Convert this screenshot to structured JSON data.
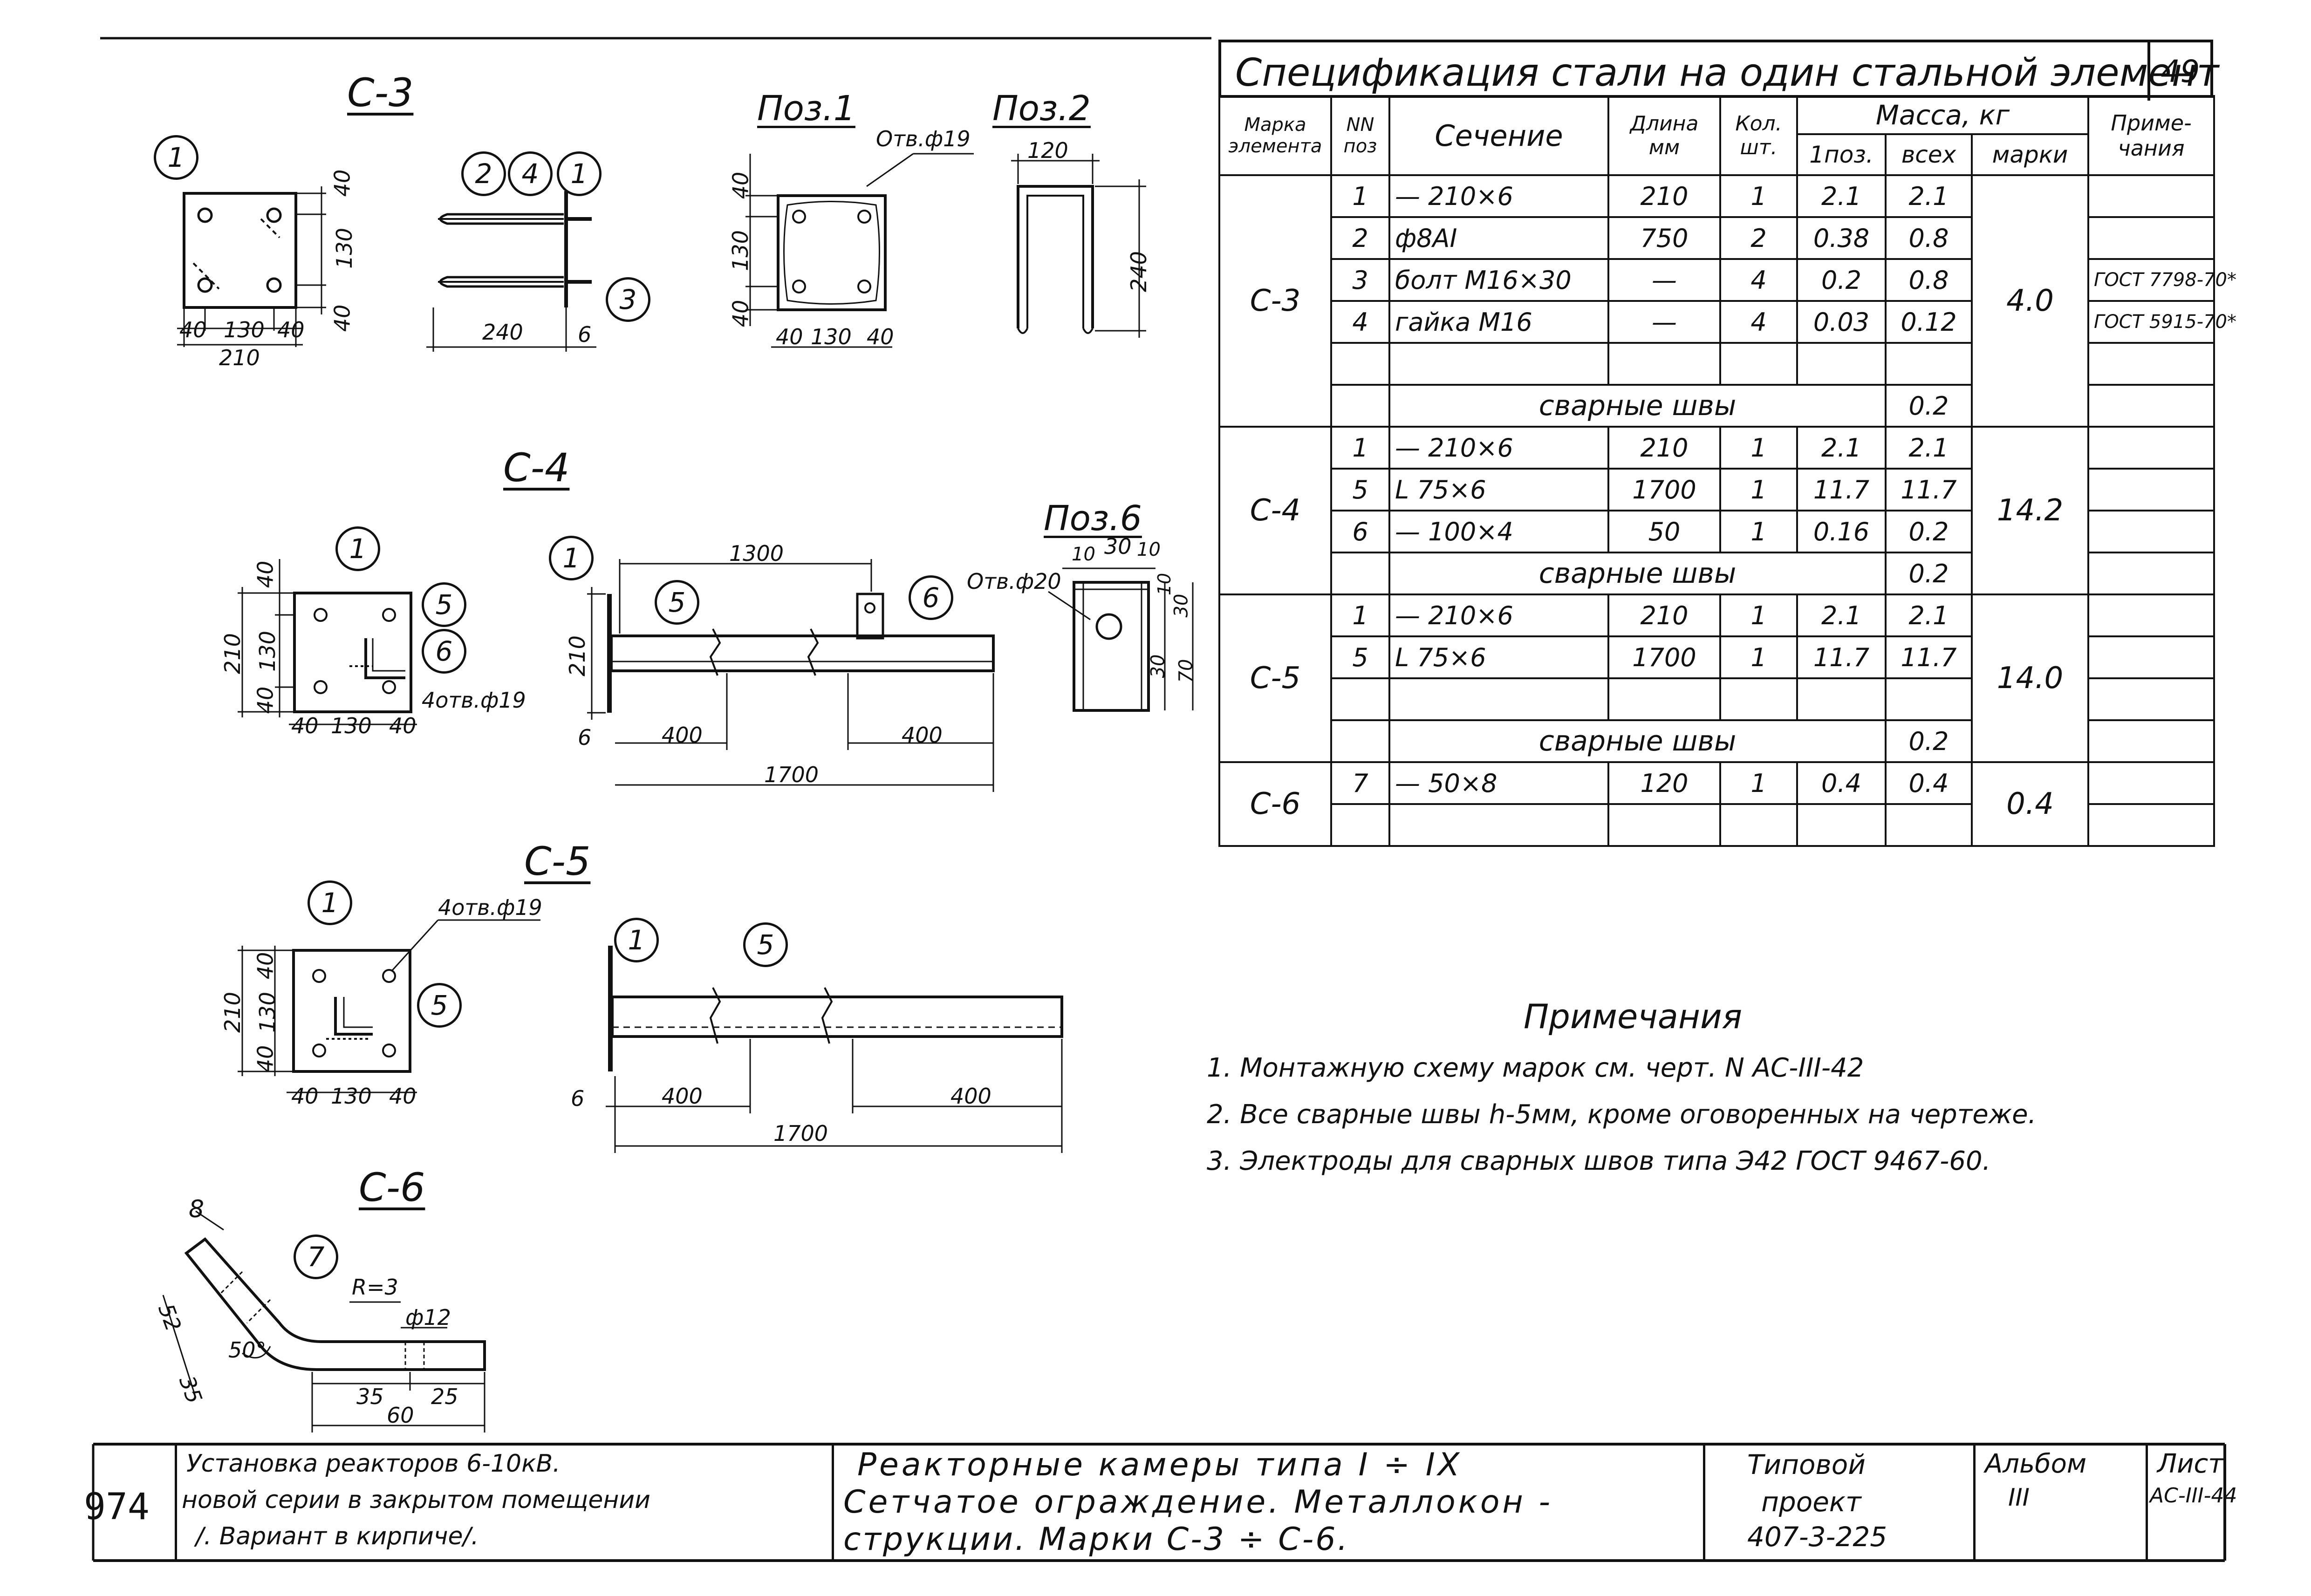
{
  "drawings": {
    "c3": {
      "title": "С-3",
      "plate_dims": {
        "v_top": "40",
        "v_mid": "130",
        "v_bot": "40",
        "h_left": "40",
        "h_mid": "130",
        "h_right": "40",
        "h_total": "210"
      },
      "side_dims": {
        "length": "240",
        "thick": "6"
      },
      "callouts": [
        "1",
        "2",
        "4",
        "1",
        "3"
      ]
    },
    "pos1": {
      "title": "Поз.1",
      "hole": "Отв.ф19",
      "v_top": "40",
      "v_mid": "130",
      "v_bot": "40",
      "h_left": "40",
      "h_mid": "130",
      "h_right": "40"
    },
    "pos2": {
      "title": "Поз.2",
      "width": "120",
      "height": "240"
    },
    "c4": {
      "title": "С-4",
      "plate_dims": {
        "v_total": "210",
        "v_top": "40",
        "v_mid": "130",
        "v_bot": "40",
        "h_left": "40",
        "h_mid": "130",
        "h_right": "40"
      },
      "holes": "4отв.ф19",
      "side_dims": {
        "top": "1300",
        "height": "210",
        "thick": "6",
        "left": "400",
        "right": "400",
        "total": "1700"
      },
      "callouts": [
        "1",
        "5",
        "6",
        "1",
        "5",
        "6"
      ]
    },
    "pos6": {
      "title": "Поз.6",
      "hole": "Отв.ф20",
      "d1": "10",
      "d2": "30",
      "d3": "10",
      "v1": "10",
      "v2": "30",
      "v3": "30",
      "v4": "70"
    },
    "c5": {
      "title": "С-5",
      "holes": "4отв.ф19",
      "plate_dims": {
        "v_total": "210",
        "v_top": "40",
        "v_mid": "130",
        "v_bot": "40",
        "h_left": "40",
        "h_mid": "130",
        "h_right": "40"
      },
      "side_dims": {
        "thick": "6",
        "left": "400",
        "right": "400",
        "total": "1700"
      },
      "callouts": [
        "1",
        "5",
        "1",
        "5"
      ]
    },
    "c6": {
      "title": "С-6",
      "dims": {
        "thick": "8",
        "radius": "R=3",
        "hole": "ф12",
        "angle": "50°",
        "seg1": "52",
        "seg2": "35",
        "h1": "35",
        "h2": "25",
        "total": "60"
      },
      "callouts": [
        "7"
      ]
    }
  },
  "spec": {
    "title": "Спецификация стали на один стальной элемент",
    "sheet_number": "49",
    "headers": {
      "mark": "Марка элемента",
      "pos": "NN поз",
      "section": "Сечение",
      "length": "Длина мм",
      "qty": "Кол. шт.",
      "mass": "Масса, кг",
      "mass_pos": "1поз.",
      "mass_all": "всех",
      "mass_mark": "марки",
      "notes": "Приме- чания"
    },
    "groups": [
      {
        "mark": "С-3",
        "mark_mass": "4.0",
        "rows": [
          {
            "pos": "1",
            "section": "— 210×6",
            "length": "210",
            "qty": "1",
            "m1": "2.1",
            "mall": "2.1",
            "note": ""
          },
          {
            "pos": "2",
            "section": "ф8АI",
            "length": "750",
            "qty": "2",
            "m1": "0.38",
            "mall": "0.8",
            "note": ""
          },
          {
            "pos": "3",
            "section": "болт М16×30",
            "length": "—",
            "qty": "4",
            "m1": "0.2",
            "mall": "0.8",
            "note": "ГОСТ 7798-70*"
          },
          {
            "pos": "4",
            "section": "гайка М16",
            "length": "—",
            "qty": "4",
            "m1": "0.03",
            "mall": "0.12",
            "note": "ГОСТ 5915-70*"
          },
          {
            "pos": "",
            "section": "",
            "length": "",
            "qty": "",
            "m1": "",
            "mall": "",
            "note": ""
          }
        ],
        "welds": "сварные швы",
        "welds_mass": "0.2"
      },
      {
        "mark": "С-4",
        "mark_mass": "14.2",
        "rows": [
          {
            "pos": "1",
            "section": "— 210×6",
            "length": "210",
            "qty": "1",
            "m1": "2.1",
            "mall": "2.1",
            "note": ""
          },
          {
            "pos": "5",
            "section": "L 75×6",
            "length": "1700",
            "qty": "1",
            "m1": "11.7",
            "mall": "11.7",
            "note": ""
          },
          {
            "pos": "6",
            "section": "— 100×4",
            "length": "50",
            "qty": "1",
            "m1": "0.16",
            "mall": "0.2",
            "note": ""
          }
        ],
        "welds": "сварные швы",
        "welds_mass": "0.2"
      },
      {
        "mark": "С-5",
        "mark_mass": "14.0",
        "rows": [
          {
            "pos": "1",
            "section": "— 210×6",
            "length": "210",
            "qty": "1",
            "m1": "2.1",
            "mall": "2.1",
            "note": ""
          },
          {
            "pos": "5",
            "section": "L 75×6",
            "length": "1700",
            "qty": "1",
            "m1": "11.7",
            "mall": "11.7",
            "note": ""
          },
          {
            "pos": "",
            "section": "",
            "length": "",
            "qty": "",
            "m1": "",
            "mall": "",
            "note": ""
          }
        ],
        "welds": "сварные швы",
        "welds_mass": "0.2"
      },
      {
        "mark": "С-6",
        "mark_mass": "0.4",
        "rows": [
          {
            "pos": "7",
            "section": "— 50×8",
            "length": "120",
            "qty": "1",
            "m1": "0.4",
            "mall": "0.4",
            "note": ""
          },
          {
            "pos": "",
            "section": "",
            "length": "",
            "qty": "",
            "m1": "",
            "mall": "",
            "note": ""
          }
        ]
      }
    ]
  },
  "notes": {
    "title": "Примечания",
    "items": [
      "1. Монтажную схему марок см. черт. N АС-III-42",
      "2. Все сварные швы h-5мм, кроме оговоренных на чертеже.",
      "3. Электроды для сварных швов типа Э42 ГОСТ 9467-60."
    ]
  },
  "stamp": {
    "code": "974",
    "desc_line1": "Установка реакторов 6-10кВ.",
    "desc_line2": "новой серии в закрытом помещении",
    "desc_line3": "/. Вариант в кирпиче/.",
    "title_line1": "Реакторные камеры типа I ÷ IX",
    "title_line2": "Сетчатое ограждение. Металлокон -",
    "title_line3": "струкции. Марки С-3 ÷ С-6.",
    "project_label1": "Типовой",
    "project_label2": "проект",
    "project_number": "407-3-225",
    "album_label": "Альбом",
    "album_number": "III",
    "sheet_label": "Лист",
    "sheet_number": "АС-III-44"
  }
}
